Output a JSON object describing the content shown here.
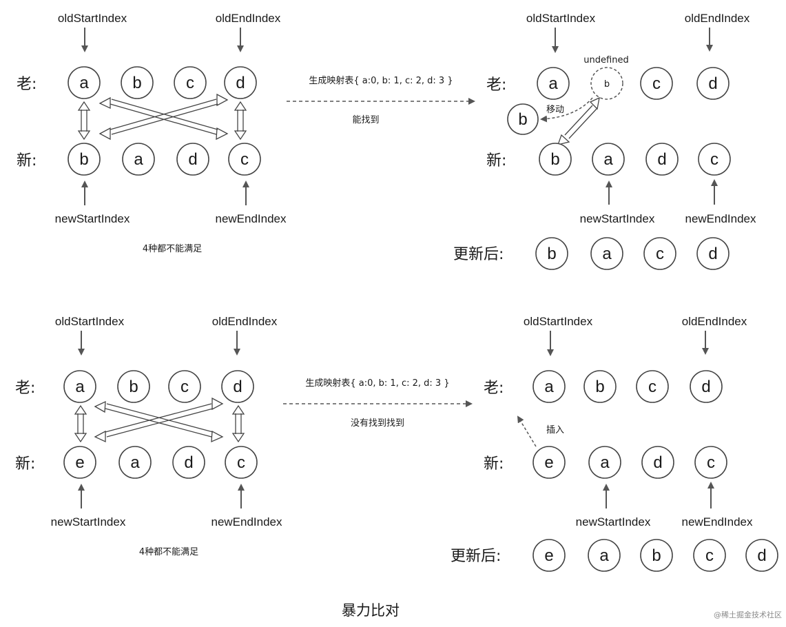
{
  "labels": {
    "old": "老:",
    "new": "新:",
    "updated": "更新后:",
    "old_start": "oldStartIndex",
    "old_end": "oldEndIndex",
    "new_start": "newStartIndex",
    "new_end": "newEndIndex",
    "none_match": "4种都不能满足",
    "map_table": "生成映射表{ a:0,  b: 1, c: 2, d: 3 }",
    "found": "能找到",
    "not_found": "没有找到找到",
    "undefined": "undefined",
    "move": "移动",
    "insert": "插入",
    "title": "暴力比对",
    "watermark": "@稀土掘金技术社区"
  },
  "top": {
    "left_old": [
      "a",
      "b",
      "c",
      "d"
    ],
    "left_new": [
      "b",
      "a",
      "d",
      "c"
    ],
    "right_old": [
      "a",
      "b",
      "c",
      "d"
    ],
    "right_new": [
      "b",
      "a",
      "d",
      "c"
    ],
    "moved_node": "b",
    "updated": [
      "b",
      "a",
      "c",
      "d"
    ]
  },
  "bottom": {
    "left_old": [
      "a",
      "b",
      "c",
      "d"
    ],
    "left_new": [
      "e",
      "a",
      "d",
      "c"
    ],
    "right_old": [
      "a",
      "b",
      "c",
      "d"
    ],
    "right_new": [
      "e",
      "a",
      "d",
      "c"
    ],
    "updated": [
      "e",
      "a",
      "b",
      "c",
      "d"
    ]
  }
}
